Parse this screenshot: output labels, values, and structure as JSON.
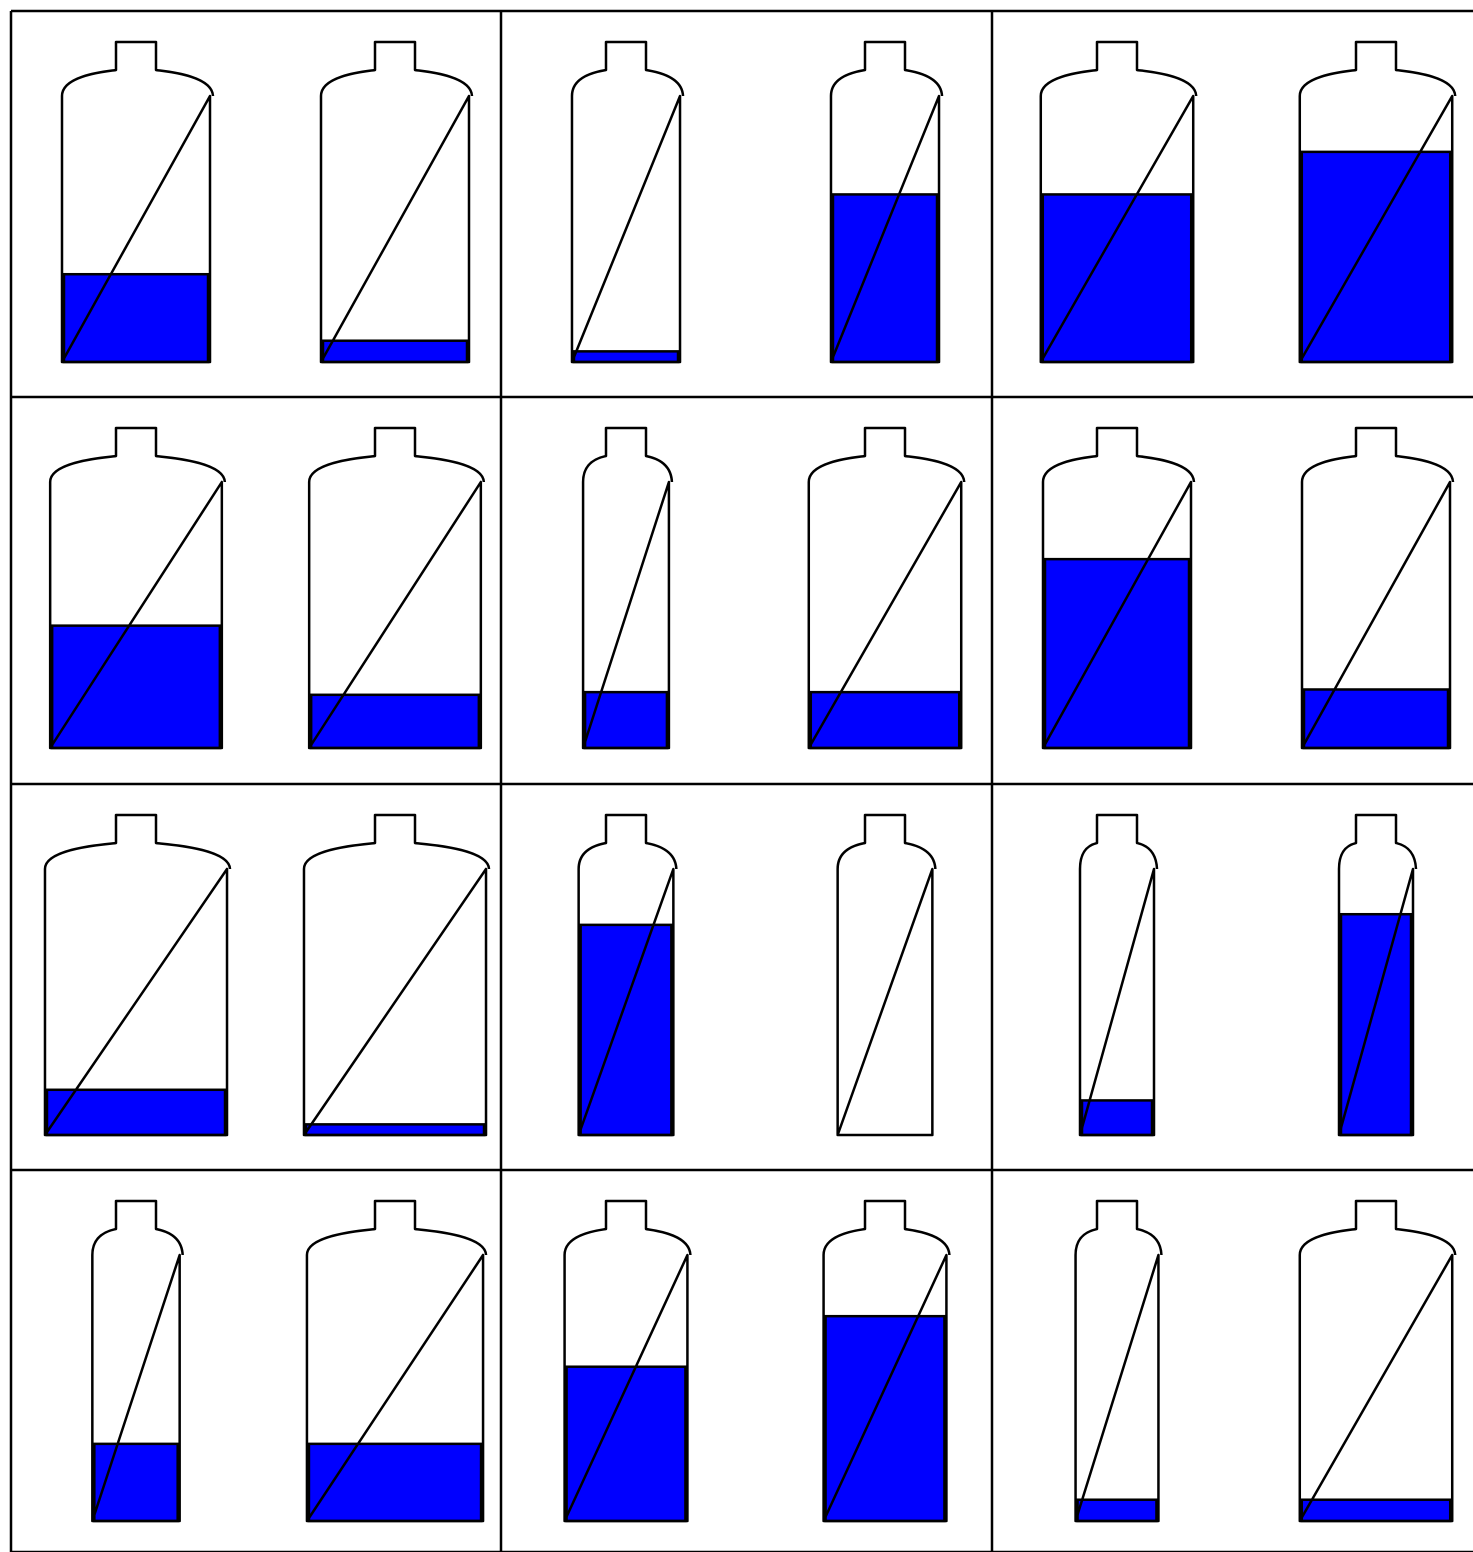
{
  "colors": {
    "liquid": "#0000ff",
    "outline": "#000000",
    "background": "#ffffff"
  },
  "grid": {
    "rows": 4,
    "cols": 3
  },
  "cells": [
    {
      "row": 0,
      "col": 0,
      "bottles": [
        {
          "width": 1.0,
          "fill": 0.33
        },
        {
          "width": 1.0,
          "fill": 0.08
        }
      ]
    },
    {
      "row": 0,
      "col": 1,
      "bottles": [
        {
          "width": 0.73,
          "fill": 0.04
        },
        {
          "width": 0.73,
          "fill": 0.63
        }
      ]
    },
    {
      "row": 0,
      "col": 2,
      "bottles": [
        {
          "width": 1.03,
          "fill": 0.63
        },
        {
          "width": 1.03,
          "fill": 0.79
        }
      ]
    },
    {
      "row": 1,
      "col": 0,
      "bottles": [
        {
          "width": 1.16,
          "fill": 0.46
        },
        {
          "width": 1.16,
          "fill": 0.2
        }
      ]
    },
    {
      "row": 1,
      "col": 1,
      "bottles": [
        {
          "width": 0.58,
          "fill": 0.21
        },
        {
          "width": 1.03,
          "fill": 0.21
        }
      ]
    },
    {
      "row": 1,
      "col": 2,
      "bottles": [
        {
          "width": 1.0,
          "fill": 0.71
        },
        {
          "width": 1.0,
          "fill": 0.22
        }
      ]
    },
    {
      "row": 2,
      "col": 0,
      "bottles": [
        {
          "width": 1.23,
          "fill": 0.17
        },
        {
          "width": 1.23,
          "fill": 0.04
        }
      ]
    },
    {
      "row": 2,
      "col": 1,
      "bottles": [
        {
          "width": 0.64,
          "fill": 0.79
        },
        {
          "width": 0.64,
          "fill": 0.0
        }
      ]
    },
    {
      "row": 2,
      "col": 2,
      "bottles": [
        {
          "width": 0.5,
          "fill": 0.13
        },
        {
          "width": 0.5,
          "fill": 0.83
        }
      ]
    },
    {
      "row": 3,
      "col": 0,
      "bottles": [
        {
          "width": 0.59,
          "fill": 0.29
        },
        {
          "width": 1.19,
          "fill": 0.29
        }
      ]
    },
    {
      "row": 3,
      "col": 1,
      "bottles": [
        {
          "width": 0.83,
          "fill": 0.58
        },
        {
          "width": 0.83,
          "fill": 0.77
        }
      ]
    },
    {
      "row": 3,
      "col": 2,
      "bottles": [
        {
          "width": 0.56,
          "fill": 0.08
        },
        {
          "width": 1.03,
          "fill": 0.08
        }
      ]
    }
  ]
}
